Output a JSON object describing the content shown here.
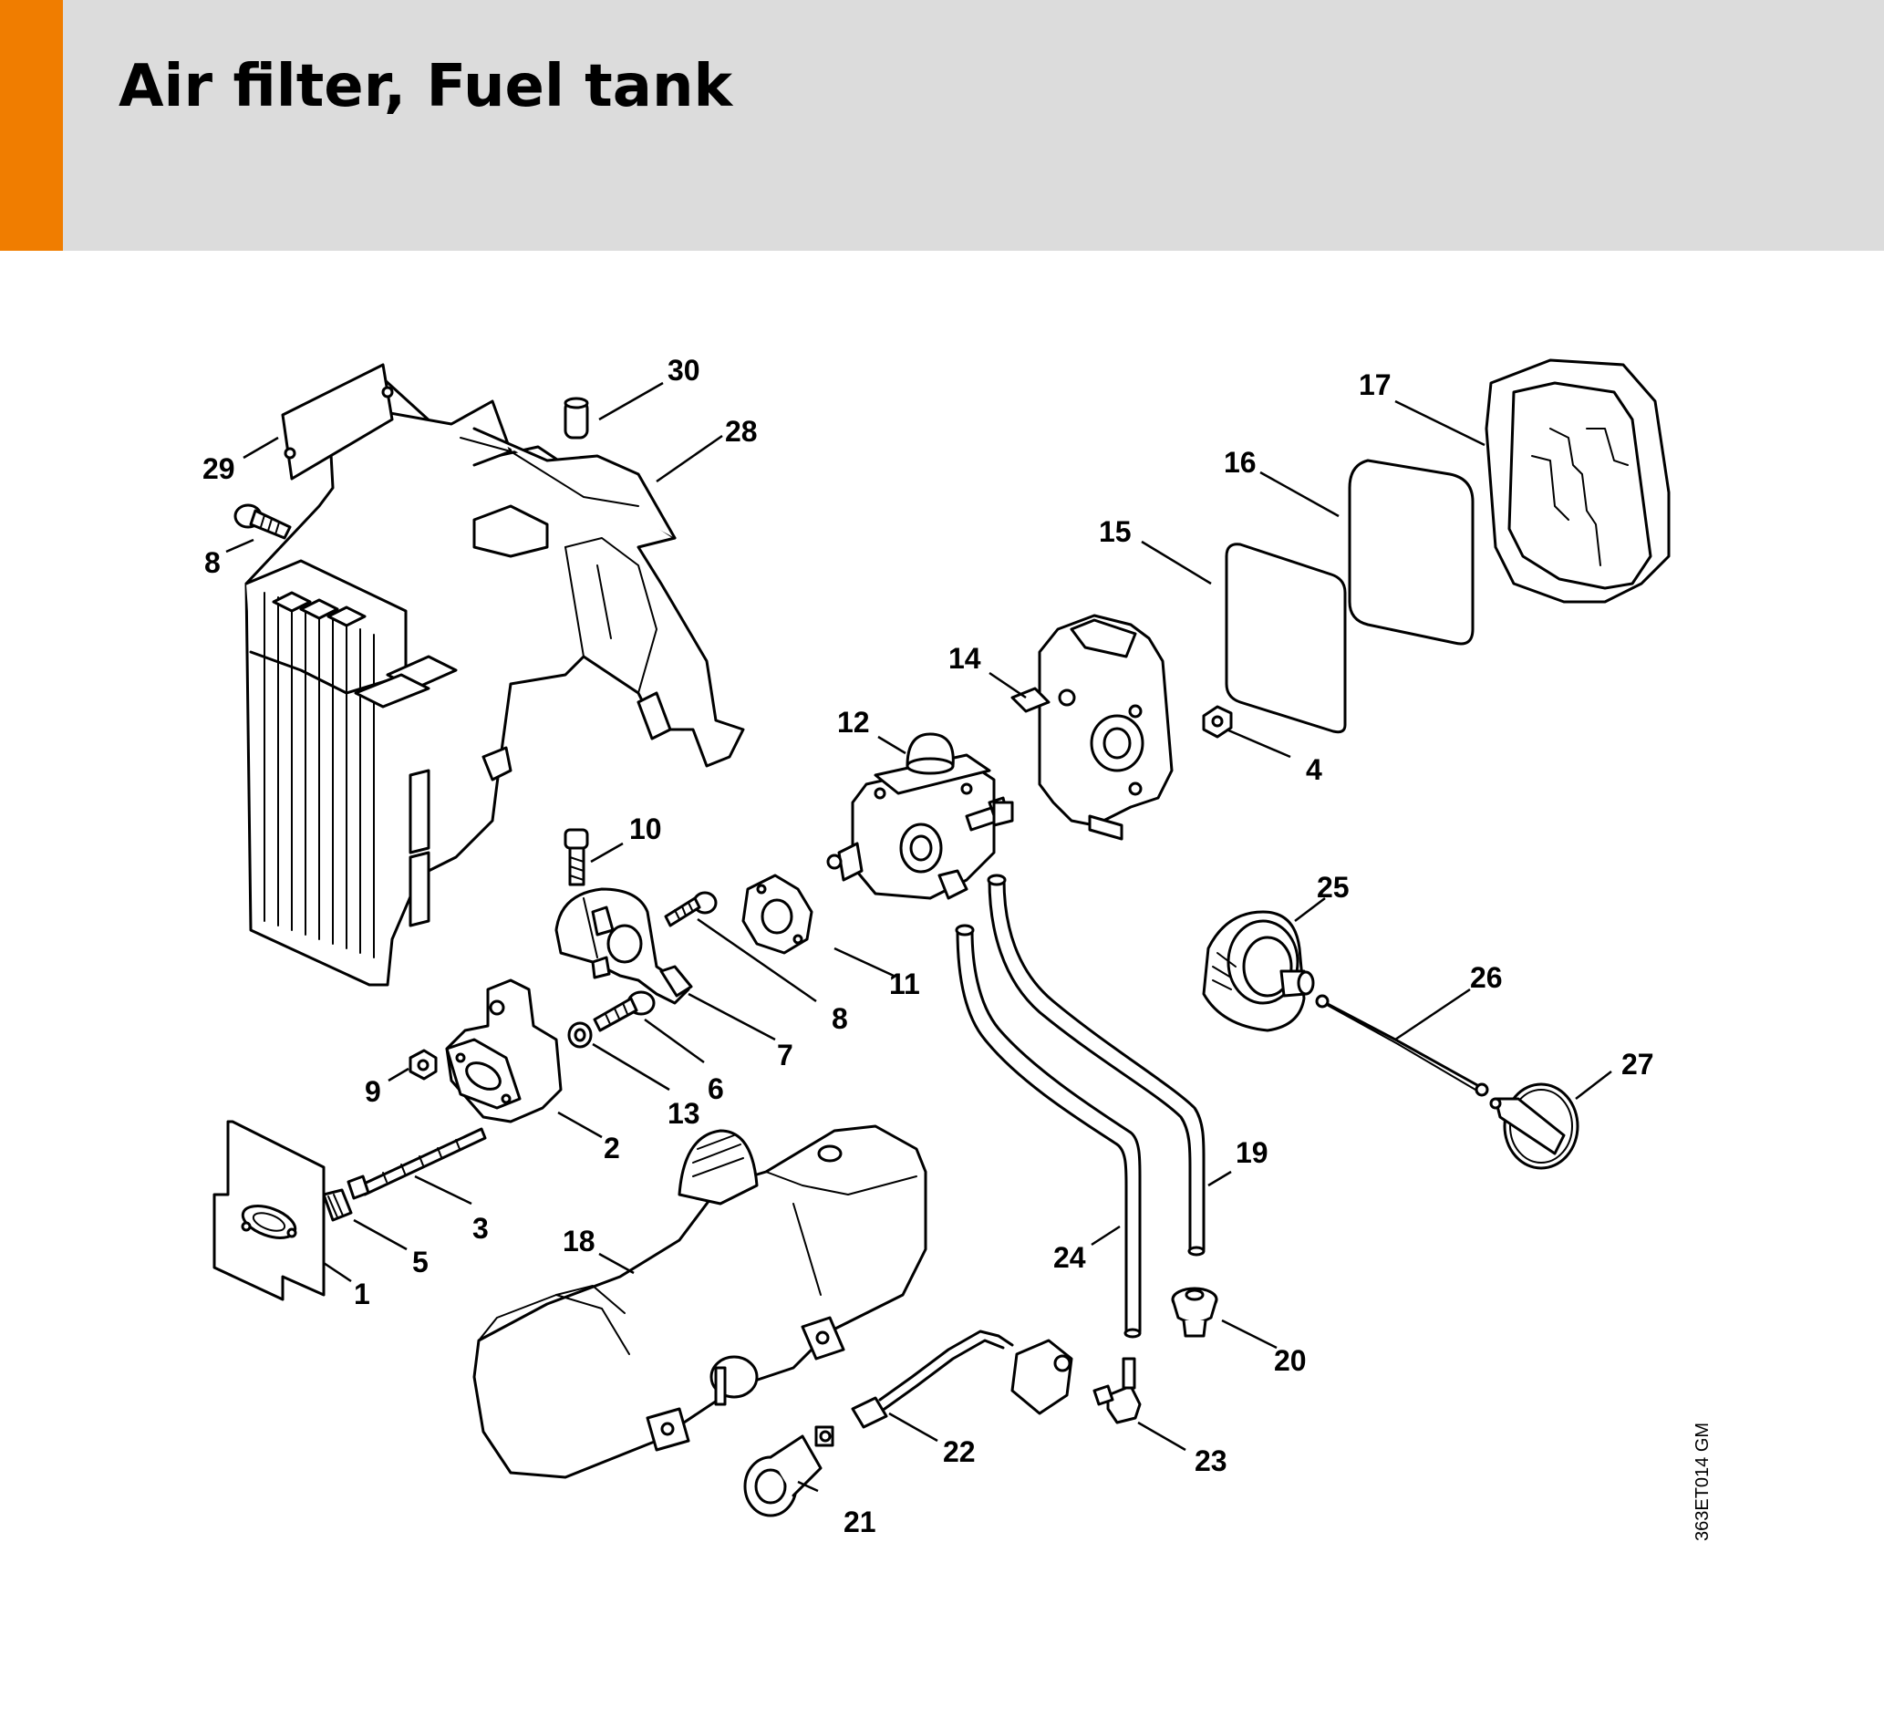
{
  "header": {
    "title": "Air filter, Fuel tank",
    "accent_color": "#f07d00",
    "background_color": "#dcdcdc"
  },
  "diagram": {
    "reference_code": "363ET014 GM",
    "callouts": [
      {
        "id": "1",
        "label": "1"
      },
      {
        "id": "2",
        "label": "2"
      },
      {
        "id": "3",
        "label": "3"
      },
      {
        "id": "4",
        "label": "4"
      },
      {
        "id": "5",
        "label": "5"
      },
      {
        "id": "6",
        "label": "6"
      },
      {
        "id": "7",
        "label": "7"
      },
      {
        "id": "8a",
        "label": "8"
      },
      {
        "id": "8b",
        "label": "8"
      },
      {
        "id": "9",
        "label": "9"
      },
      {
        "id": "10",
        "label": "10"
      },
      {
        "id": "11",
        "label": "11"
      },
      {
        "id": "12",
        "label": "12"
      },
      {
        "id": "13",
        "label": "13"
      },
      {
        "id": "14",
        "label": "14"
      },
      {
        "id": "15",
        "label": "15"
      },
      {
        "id": "16",
        "label": "16"
      },
      {
        "id": "17",
        "label": "17"
      },
      {
        "id": "18",
        "label": "18"
      },
      {
        "id": "19",
        "label": "19"
      },
      {
        "id": "20",
        "label": "20"
      },
      {
        "id": "21",
        "label": "21"
      },
      {
        "id": "22",
        "label": "22"
      },
      {
        "id": "23",
        "label": "23"
      },
      {
        "id": "24",
        "label": "24"
      },
      {
        "id": "25",
        "label": "25"
      },
      {
        "id": "26",
        "label": "26"
      },
      {
        "id": "27",
        "label": "27"
      },
      {
        "id": "28",
        "label": "28"
      },
      {
        "id": "29",
        "label": "29"
      },
      {
        "id": "30",
        "label": "30"
      }
    ]
  }
}
